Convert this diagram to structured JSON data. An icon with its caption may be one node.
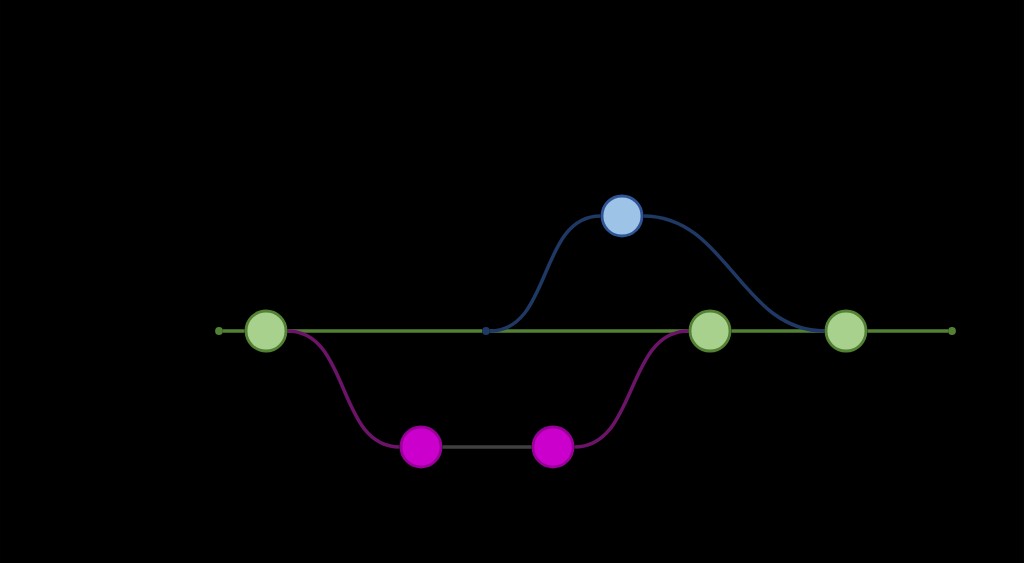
{
  "diagram": {
    "nodes": [
      {
        "text": [],
        "shape": "dot"
      },
      {
        "text": [],
        "shape": "circle"
      },
      {
        "text": [],
        "shape": "dot"
      },
      {
        "text": [],
        "shape": "circle"
      },
      {
        "text": [],
        "shape": "circle"
      },
      {
        "text": [],
        "shape": "circle"
      },
      {
        "text": [],
        "shape": "circle"
      },
      {
        "text": [],
        "shape": "circle"
      },
      {
        "text": [],
        "shape": "dot"
      }
    ],
    "edges": [
      {
        "from": 0,
        "to": 1,
        "arrow": "none"
      },
      {
        "from": 1,
        "to": 2,
        "arrow": "none"
      },
      {
        "from": 2,
        "to": 6,
        "arrow": "none"
      },
      {
        "from": 6,
        "to": 7,
        "arrow": "none"
      },
      {
        "from": 7,
        "to": 8,
        "arrow": "none"
      },
      {
        "from": 2,
        "to": 3,
        "arrow": "none",
        "color": "#1f3864"
      },
      {
        "from": 3,
        "to": 7,
        "arrow": "none",
        "color": "#1f3864"
      },
      {
        "from": 1,
        "to": 4,
        "arrow": "none",
        "color": "#6b1468"
      },
      {
        "from": 4,
        "to": 5,
        "arrow": "none",
        "color": "#404040"
      },
      {
        "from": 5,
        "to": 6,
        "arrow": "none",
        "color": "#6b1468"
      }
    ]
  }
}
